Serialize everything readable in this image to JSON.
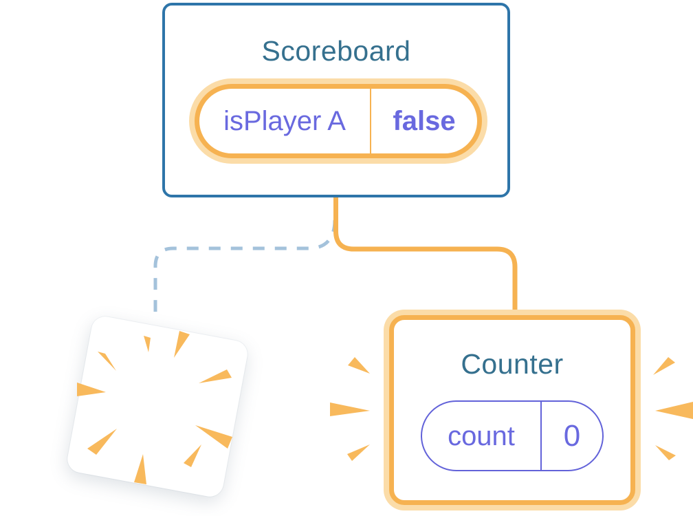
{
  "scoreboard": {
    "title": "Scoreboard",
    "state": {
      "name": "isPlayer A",
      "value": "false"
    },
    "highlighted": true
  },
  "counter": {
    "title": "Counter",
    "state": {
      "name": "count",
      "value": "0"
    },
    "highlighted": true
  },
  "destroyed_component": {
    "icon": "burst-rays-icon"
  },
  "icons": [
    "sparkle-large-icon",
    "sparkle-small-icon",
    "burst-rays-icon",
    "impact-wedges-left-icon",
    "impact-wedges-right-icon"
  ],
  "colors": {
    "background": "#FFFFFF",
    "card_border_blue": "#2E75A9",
    "title_teal": "#35708E",
    "state_purple": "#6969DF",
    "pill_purple_border": "#6262D9",
    "highlight_orange": "#F6B251",
    "highlight_glow": "#FBDCA8",
    "burst_orange": "#F8B95C",
    "dashed_blue": "#A4C2DB"
  }
}
